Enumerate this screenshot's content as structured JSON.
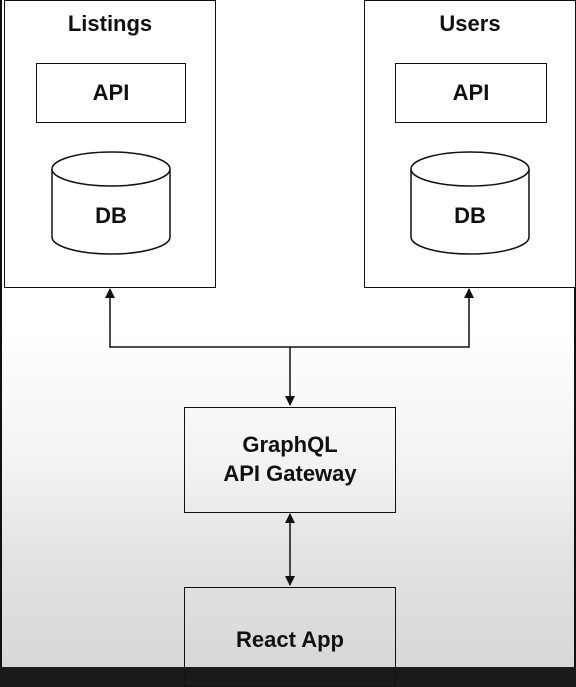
{
  "services": [
    {
      "title": "Listings",
      "api_label": "API",
      "db_label": "DB"
    },
    {
      "title": "Users",
      "api_label": "API",
      "db_label": "DB"
    }
  ],
  "gateway": {
    "line1": "GraphQL",
    "line2": "API Gateway"
  },
  "client": {
    "label": "React App"
  },
  "colors": {
    "stroke": "#111111",
    "box_fill": "#ffffff",
    "background_bottom": "#d8d8d8"
  }
}
